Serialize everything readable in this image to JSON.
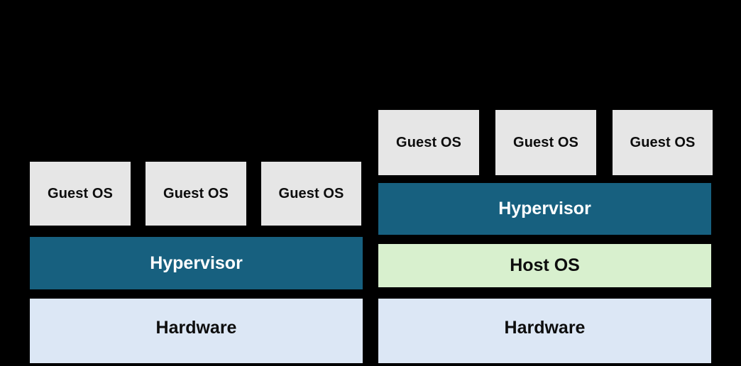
{
  "diagram": {
    "background_color": "#000000",
    "stacks": [
      {
        "id": "type-1",
        "guests": [
          {
            "label": "Guest OS"
          },
          {
            "label": "Guest OS"
          },
          {
            "label": "Guest OS"
          }
        ],
        "layers": [
          {
            "name": "hypervisor",
            "label": "Hypervisor",
            "color": "#17607F",
            "text_color": "#FFFFFF"
          },
          {
            "name": "hardware",
            "label": "Hardware",
            "color": "#DCE7F5",
            "text_color": "#0D0D0D"
          }
        ]
      },
      {
        "id": "type-2",
        "guests": [
          {
            "label": "Guest OS"
          },
          {
            "label": "Guest OS"
          },
          {
            "label": "Guest OS"
          }
        ],
        "layers": [
          {
            "name": "hypervisor",
            "label": "Hypervisor",
            "color": "#17607F",
            "text_color": "#FFFFFF"
          },
          {
            "name": "host-os",
            "label": "Host OS",
            "color": "#D8F0CE",
            "text_color": "#0D0D0D"
          },
          {
            "name": "hardware",
            "label": "Hardware",
            "color": "#DCE7F5",
            "text_color": "#0D0D0D"
          }
        ]
      }
    ],
    "colors": {
      "guest_os_fill": "#E6E6E6",
      "hypervisor_fill": "#17607F",
      "host_os_fill": "#D8F0CE",
      "hardware_fill": "#DCE7F5",
      "background": "#000000"
    }
  }
}
